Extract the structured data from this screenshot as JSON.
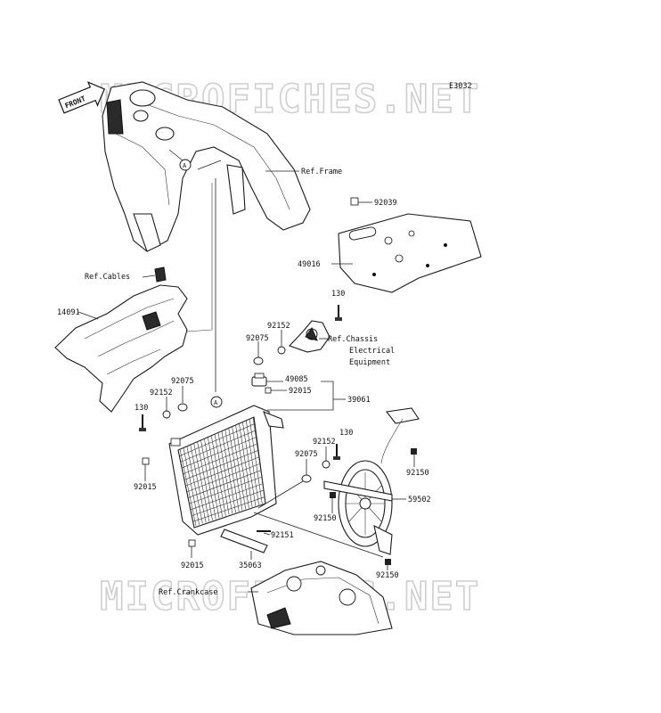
{
  "diagram_code": "E3032",
  "front_marker": "FRONT",
  "watermarks": [
    "MICROFICHES.NET",
    "MICROFICHES.NET"
  ],
  "ref_marker": "A",
  "labels": {
    "ref_frame": "Ref.Frame",
    "p92039": "92039",
    "p49016": "49016",
    "ref_cables": "Ref.Cables",
    "p14091": "14091",
    "p130_top": "130",
    "p92152_top": "92152",
    "p92075_top": "92075",
    "ref_chassis_1": "Ref.Chassis",
    "ref_chassis_2": "Electrical",
    "ref_chassis_3": "Equipment",
    "p49085": "49085",
    "p92015_top": "92015",
    "p39061": "39061",
    "p92075_left": "92075",
    "p92152_left": "92152",
    "p130_left": "130",
    "p130_right": "130",
    "p92152_right": "92152",
    "p92075_right": "92075",
    "p92150_a": "92150",
    "p92015_left": "92015",
    "p59502": "59502",
    "p92150_b": "92150",
    "p92151": "92151",
    "p92015_bottom": "92015",
    "p35063": "35063",
    "p92150_c": "92150",
    "ref_crankcase": "Ref.Crankcase"
  }
}
